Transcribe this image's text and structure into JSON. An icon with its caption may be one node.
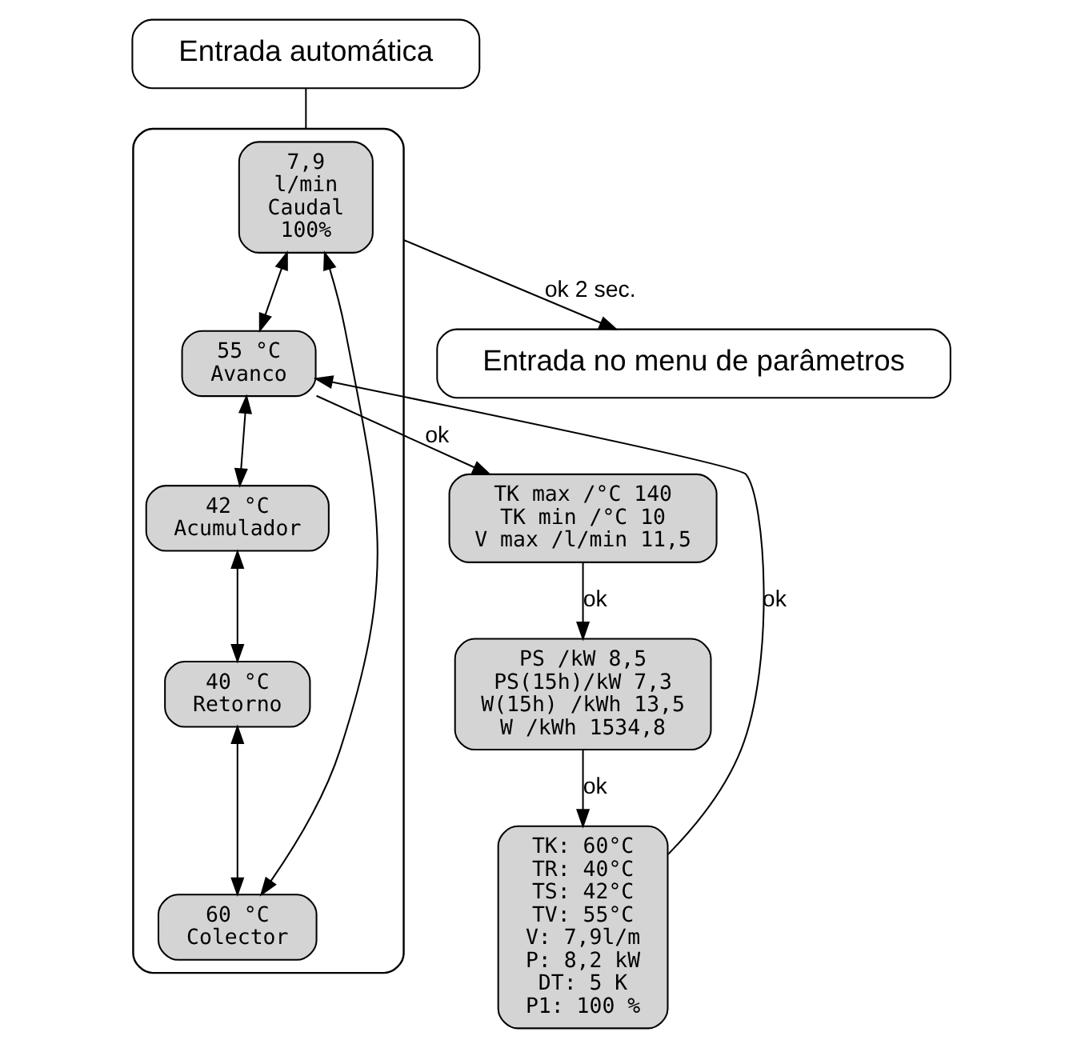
{
  "diagram": {
    "nodes": [
      {
        "text": [
          "Entrada automática"
        ]
      },
      {
        "text": [],
        "shape": "bracket"
      },
      {
        "text": [
          "7,9",
          "l/min",
          "Caudal",
          "100%"
        ],
        "in": 1
      },
      {
        "text": [
          "55 °C",
          "Avanco"
        ],
        "in": 1
      },
      {
        "text": [
          "42 °C",
          "Acumulador"
        ],
        "in": 1
      },
      {
        "text": [
          "40 °C",
          "Retorno"
        ],
        "in": 1
      },
      {
        "text": [
          "60 °C",
          "Colector"
        ],
        "in": 1
      },
      {
        "text": [
          "TK max /°C 140",
          "TK min /°C 10",
          "V max /l/min 11,5"
        ]
      },
      {
        "text": [
          "PS /kW 8,5",
          "PS(15h)/kW 7,3",
          "W(15h) /kWh 13,5",
          "W /kWh 1534,8"
        ]
      },
      {
        "text": [
          "TK: 60°C",
          "TR: 40°C",
          "TS: 42°C",
          "TV: 55°C",
          "V: 7,9l/m",
          "P: 8,2 kW",
          "DT: 5 K",
          "P1: 100 %"
        ]
      },
      {
        "text": [
          "Entrada no menu de parâmetros"
        ]
      }
    ],
    "edges": [
      {
        "from": 0,
        "to": 1,
        "arrow": "none"
      },
      {
        "from": 2,
        "to": 3,
        "arrow": "both"
      },
      {
        "from": 3,
        "to": 4,
        "arrow": "both"
      },
      {
        "from": 4,
        "to": 5,
        "arrow": "both"
      },
      {
        "from": 5,
        "to": 6,
        "arrow": "both"
      },
      {
        "from": 6,
        "to": 2,
        "arrow": "both"
      },
      {
        "from": 3,
        "to": 7,
        "arrow": "to",
        "label": "ok"
      },
      {
        "from": 7,
        "to": 8,
        "arrow": "to",
        "label": "ok"
      },
      {
        "from": 8,
        "to": 9,
        "arrow": "to",
        "label": "ok"
      },
      {
        "from": 9,
        "to": 3,
        "arrow": "to",
        "label": "ok"
      },
      {
        "from": 1,
        "to": 10,
        "arrow": "to",
        "label": "ok 2 sec."
      }
    ]
  }
}
